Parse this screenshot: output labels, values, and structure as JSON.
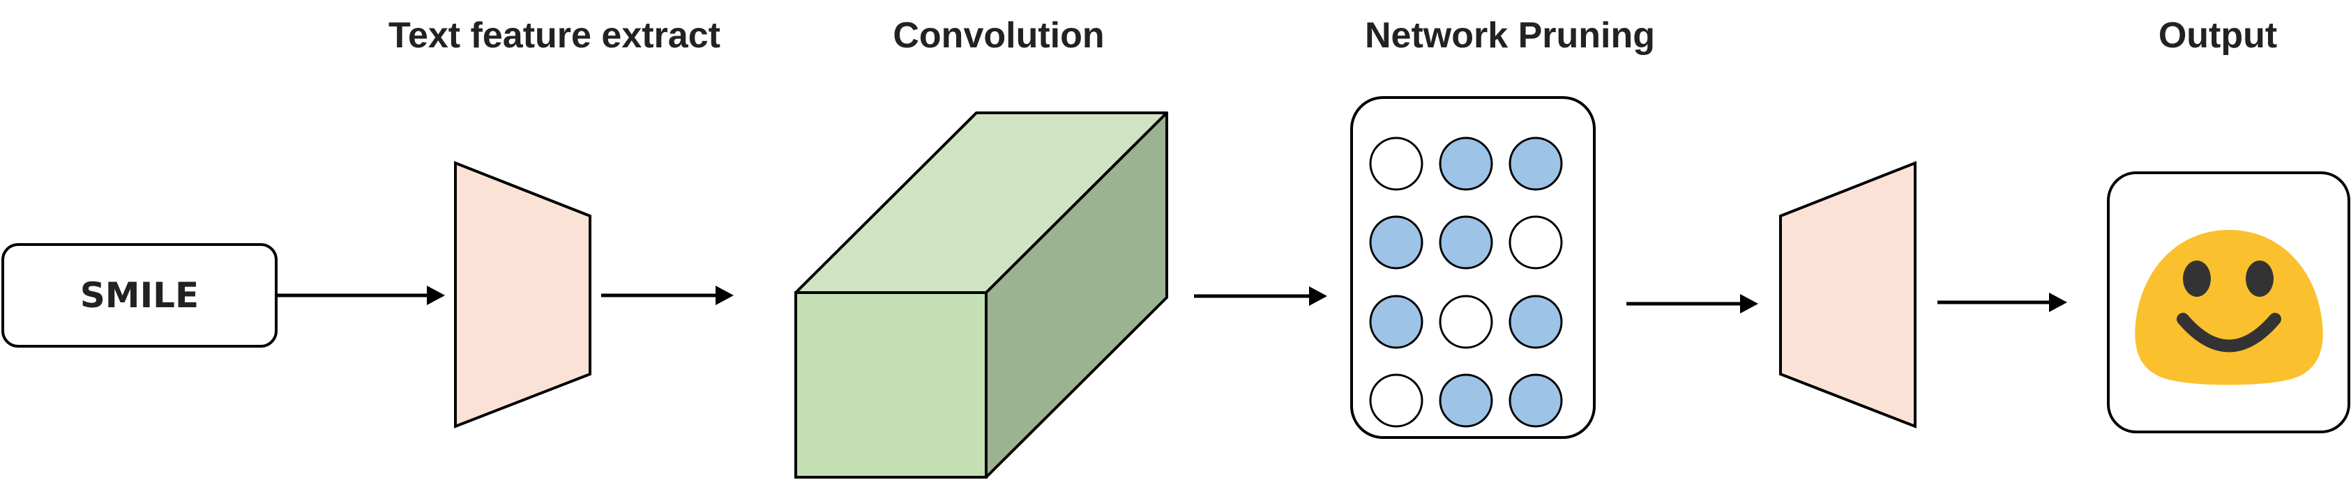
{
  "stages": {
    "text_feature_extract": "Text feature extract",
    "convolution": "Convolution",
    "network_pruning": "Network Pruning",
    "output": "Output"
  },
  "input": {
    "label": "SMILE"
  },
  "pruning_grid": {
    "rows": [
      [
        "off",
        "on",
        "on"
      ],
      [
        "on",
        "on",
        "off"
      ],
      [
        "on",
        "off",
        "on"
      ],
      [
        "off",
        "on",
        "on"
      ]
    ]
  },
  "output_icon": "smiley-face-icon",
  "colors": {
    "trapezoid_fill": "#fae3d6",
    "cube_front": "#c5e0b4",
    "cube_top": "#d0e4c4",
    "cube_side": "#9cb392",
    "node_on": "#9dc3e6",
    "node_off": "#ffffff",
    "smiley_yellow": "#fbc02d",
    "smiley_features": "#333333"
  }
}
